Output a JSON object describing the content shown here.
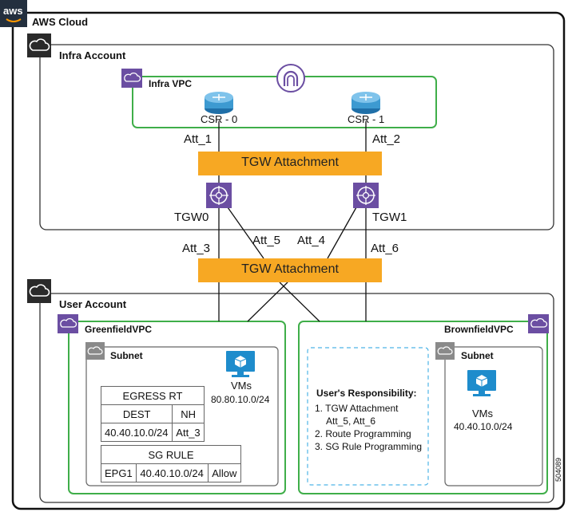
{
  "aws_cloud": {
    "logo_text": "aws",
    "label": "AWS Cloud"
  },
  "infra_account": {
    "label": "Infra Account",
    "vpc_label": "Infra VPC",
    "routers": [
      {
        "label": "CSR - 0"
      },
      {
        "label": "CSR - 1"
      }
    ],
    "attachments": {
      "left": "Att_1",
      "right": "Att_2"
    },
    "tgw_attachment_label": "TGW Attachment",
    "tgws": [
      {
        "label": "TGW0"
      },
      {
        "label": "TGW1"
      }
    ]
  },
  "middle": {
    "att_3": "Att_3",
    "att_5": "Att_5",
    "att_4": "Att_4",
    "att_6": "Att_6",
    "tgw_attachment_label": "TGW Attachment"
  },
  "user_account": {
    "label": "User Account",
    "greenfield": {
      "label": "GreenfieldVPC",
      "subnet_label": "Subnet",
      "vms_label": "VMs",
      "vms_cidr": "80.80.10.0/24",
      "egress_table": {
        "title": "EGRESS RT",
        "headers": [
          "DEST",
          "NH"
        ],
        "rows": [
          [
            "40.40.10.0/24",
            "Att_3"
          ]
        ]
      },
      "sg_table": {
        "title": "SG RULE",
        "rows": [
          [
            "EPG1",
            "40.40.10.0/24",
            "Allow"
          ]
        ]
      }
    },
    "brownfield": {
      "label": "BrownfieldVPC",
      "subnet_label": "Subnet",
      "vms_label": "VMs",
      "vms_cidr": "40.40.10.0/24",
      "responsibility": {
        "title": "User's Responsibility:",
        "items": [
          "1. TGW Attachment",
          "Att_5, Att_6",
          "2. Route Programming",
          "3. SG Rule Programming"
        ]
      }
    }
  },
  "figure_id": "504089",
  "colors": {
    "vpc_green": "#3fae49",
    "orange": "#f7a823",
    "purple": "#6b4ea2",
    "subnet_dash": "#4db3e6",
    "vm_blue": "#1e8ccc",
    "router_blue": "#3d9ad1"
  }
}
